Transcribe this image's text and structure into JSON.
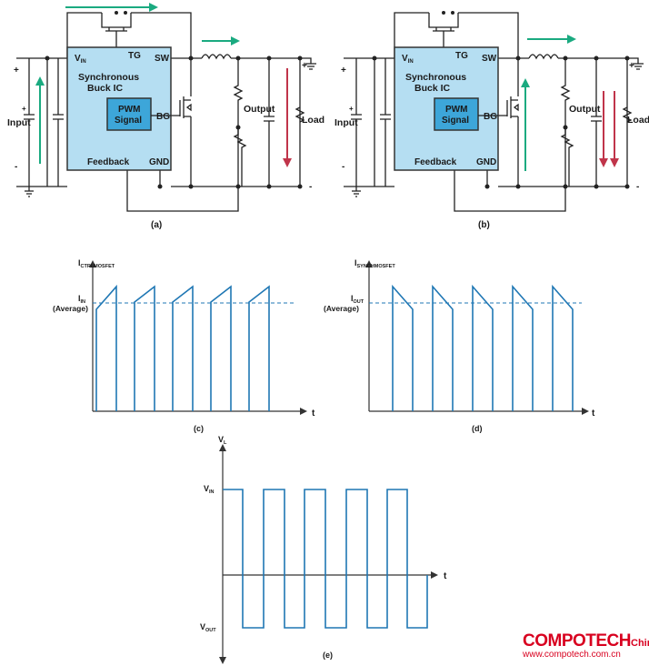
{
  "circuit_a": {
    "ic_vin": "V",
    "ic_vin_sub": "IN",
    "ic_tg": "TG",
    "ic_sw": "SW",
    "ic_name_1": "Synchronous",
    "ic_name_2": "Buck IC",
    "pwm_1": "PWM",
    "pwm_2": "Signal",
    "ic_bg": "BG",
    "ic_feedback": "Feedback",
    "ic_gnd": "GND",
    "input": "Input",
    "output": "Output",
    "load": "Load",
    "plus_in": "+",
    "minus_in": "-",
    "plus_cap": "+",
    "plus_out": "+",
    "minus_out": "-",
    "caption": "(a)"
  },
  "circuit_b": {
    "ic_vin": "V",
    "ic_vin_sub": "IN",
    "ic_tg": "TG",
    "ic_sw": "SW",
    "ic_name_1": "Synchronous",
    "ic_name_2": "Buck IC",
    "pwm_1": "PWM",
    "pwm_2": "Signal",
    "ic_bg": "BG",
    "ic_feedback": "Feedback",
    "ic_gnd": "GND",
    "input": "Input",
    "output": "Output",
    "load": "Load",
    "plus_in": "+",
    "minus_in": "-",
    "plus_cap": "+",
    "plus_out": "+",
    "minus_out": "-",
    "caption": "(b)"
  },
  "wave_c": {
    "ylabel": "I",
    "ylabel_sub": "CTRLMOSFET",
    "avg_label": "I",
    "avg_sub": "IN",
    "avg_note": "(Average)",
    "xlabel": "t",
    "caption": "(c)"
  },
  "wave_d": {
    "ylabel": "I",
    "ylabel_sub": "SYNCHMOSFET",
    "avg_label": "I",
    "avg_sub": "OUT",
    "avg_note": "(Average)",
    "xlabel": "t",
    "caption": "(d)"
  },
  "wave_e": {
    "ylabel": "V",
    "ylabel_sub": "L",
    "vin": "V",
    "vin_sub": "IN",
    "vout": "V",
    "vout_sub": "OUT",
    "xlabel": "t",
    "caption": "(e)"
  },
  "colors": {
    "ic_fill": "#b5def2",
    "pwm_fill": "#3da6d9",
    "wave": "#1f77b4",
    "arrow_green": "#1aaa80",
    "arrow_red": "#c0344a"
  },
  "watermark": {
    "brand": "COMPOTECH",
    "suffix": "China",
    "url": "www.compotech.com.cn"
  }
}
